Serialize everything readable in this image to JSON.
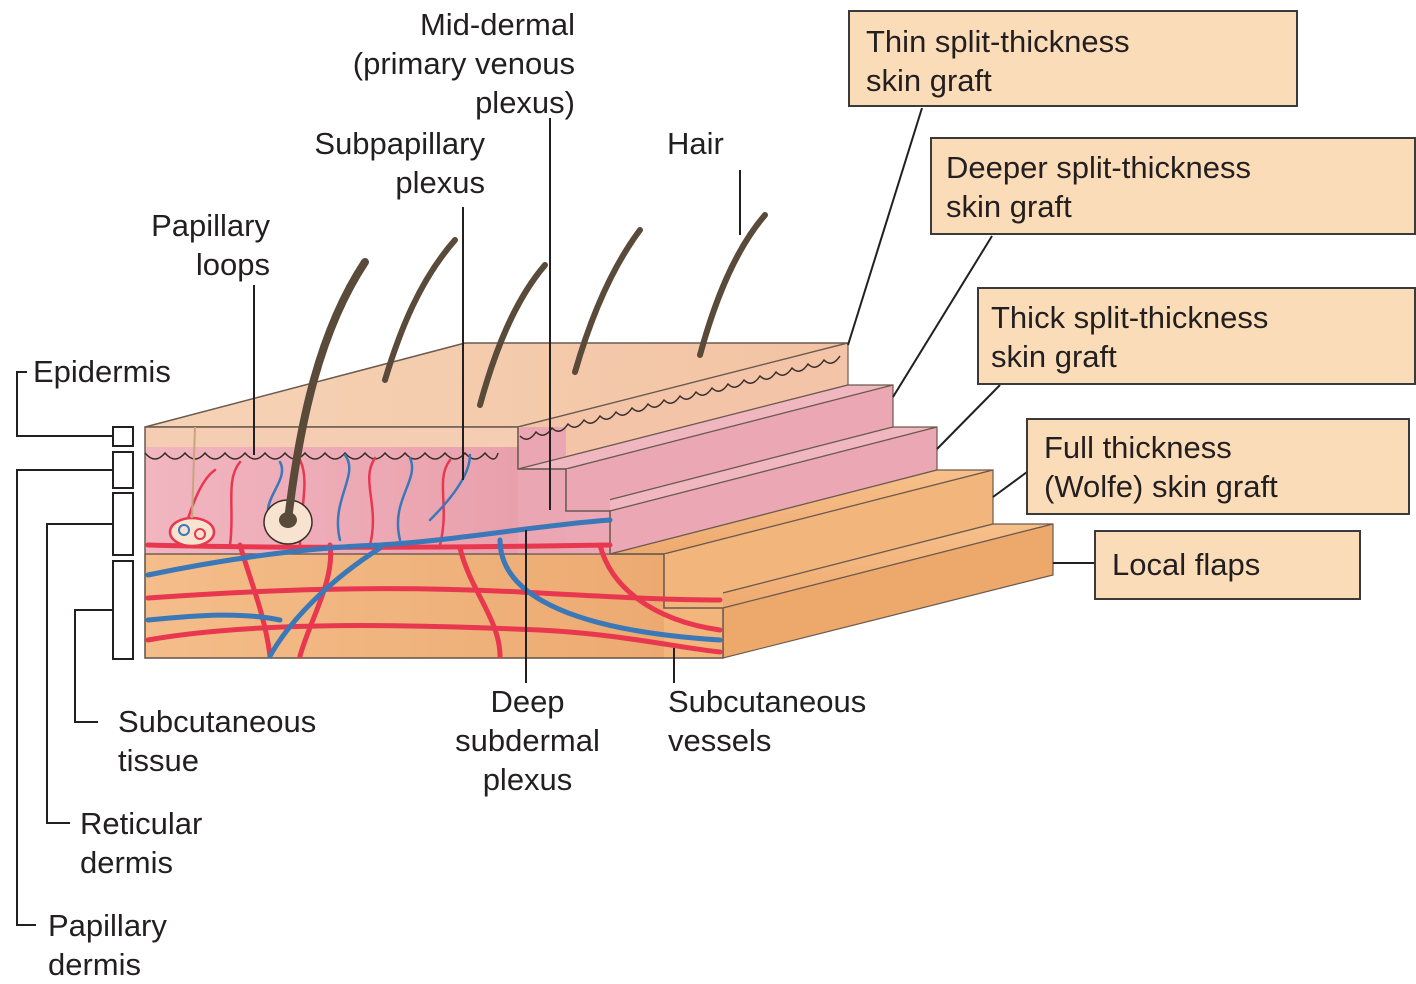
{
  "labels": {
    "mid_dermal": [
      "Mid-dermal",
      "(primary venous",
      "plexus)"
    ],
    "subpapillary": [
      "Subpapillary",
      "plexus"
    ],
    "hair": "Hair",
    "papillary_loops": [
      "Papillary",
      "loops"
    ],
    "epidermis": "Epidermis",
    "subcutaneous_tissue": [
      "Subcutaneous",
      "tissue"
    ],
    "reticular_dermis": [
      "Reticular",
      "dermis"
    ],
    "papillary_dermis": [
      "Papillary",
      "dermis"
    ],
    "deep_subdermal": [
      "Deep",
      "subdermal",
      "plexus"
    ],
    "subcutaneous_vessels": [
      "Subcutaneous",
      "vessels"
    ]
  },
  "graft_boxes": {
    "thin": [
      "Thin split-thickness",
      "skin graft"
    ],
    "deeper": [
      "Deeper split-thickness",
      "skin graft"
    ],
    "thick": [
      "Thick split-thickness",
      "skin graft"
    ],
    "full": [
      "Full thickness",
      "(Wolfe) skin graft"
    ],
    "local_flaps": [
      "Local flaps"
    ]
  },
  "colors": {
    "box_fill": "#fbdcb8",
    "epidermis_top": "#f3c9a8",
    "dermis_pink": "#eeaab5",
    "subcutaneous": "#f0b078",
    "artery": "#e8384f",
    "vein": "#3a78b8",
    "hair": "#5a4a3a"
  }
}
